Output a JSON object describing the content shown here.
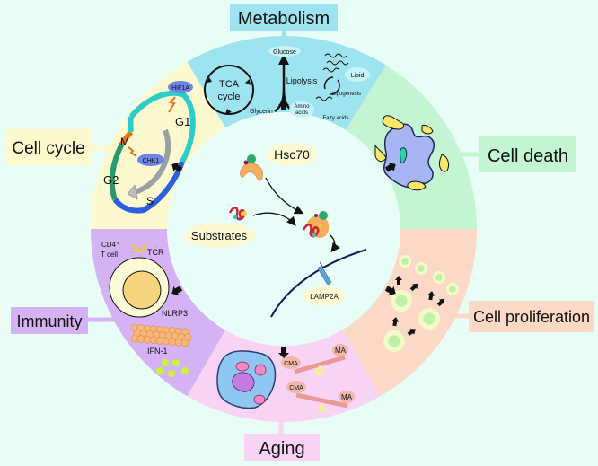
{
  "center": {
    "hsc70_label": "Hsc70",
    "substrates_label": "Substrates",
    "lamp2a_label": "LAMP2A"
  },
  "segments": {
    "metabolism": {
      "title": "Metabolism",
      "color": "#9ee3f0",
      "items": {
        "tca": [
          "TCA",
          "cycle"
        ],
        "glucose": "Glucose",
        "glycerin": "Glycerin",
        "amino_acids": [
          "Amino",
          "acids"
        ],
        "lipolysis": "Lipolysis",
        "lipogenesis": "Lipogenesis",
        "lipid": "Lipid",
        "fatty_acids": "Fatty acids"
      }
    },
    "cell_death": {
      "title": "Cell death",
      "color": "#c3f5d3"
    },
    "cell_proliferation": {
      "title": "Cell proliferation",
      "color": "#fbd9c6"
    },
    "aging": {
      "title": "Aging",
      "color": "#f9d3f3",
      "items": {
        "cma_1": "CMA",
        "ma_1": "MA",
        "cma_2": "CMA",
        "ma_2": "MA"
      }
    },
    "immunity": {
      "title": "Immunity",
      "color": "#d5b2f3",
      "items": {
        "cd4": "CD4⁺",
        "t_cell": "T cell",
        "tcr": "TCR",
        "nlrp3": "NLRP3",
        "ifn1": "IFN-1"
      }
    },
    "cell_cycle": {
      "title": "Cell cycle",
      "color": "#fdf9cf",
      "items": {
        "hif1a": "HIF1A",
        "chk1": "CHK1",
        "g1": "G1",
        "s": "S",
        "g2": "G2",
        "m": "M"
      }
    }
  },
  "colors": {
    "background": "#e8fdf6",
    "inner_circle": "#e9fdf8",
    "label_bubble": "#fbf8d2"
  }
}
